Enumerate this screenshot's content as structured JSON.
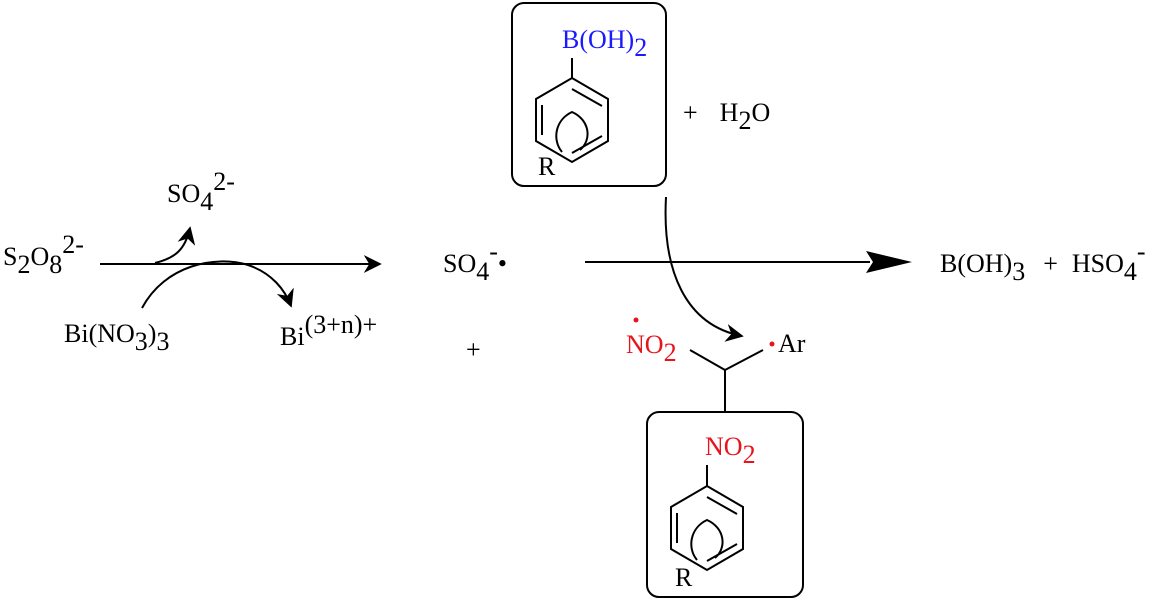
{
  "colors": {
    "text": "#000000",
    "boron_group": "#1a1aff",
    "nitro_group": "#e8141c"
  },
  "reactants": {
    "persulfate": {
      "base": "S",
      "sub1": "2",
      "mid": "O",
      "sub2": "8",
      "sup": "2-"
    },
    "catalyst": {
      "base": "Bi(NO",
      "sub": "3",
      "close": ")",
      "sub2": "3"
    },
    "sulfate_byproduct": {
      "base": "SO",
      "sub": "4",
      "sup": "2-"
    },
    "bismuth_ion": {
      "base": "Bi",
      "sup": "(3+n)+"
    }
  },
  "radical": {
    "base": "SO",
    "sub": "4",
    "sup": "-",
    "dot": "•"
  },
  "plus_below_radical": "+",
  "boronic_acid": {
    "label": "B(OH)",
    "sub": "2",
    "r_group": "R"
  },
  "water": {
    "plus": "+",
    "base": "H",
    "sub": "2",
    "tail": "O"
  },
  "products": {
    "boric_acid": {
      "base": "B(OH)",
      "sub": "3"
    },
    "plus": "+",
    "bisulfate": {
      "base": "HSO",
      "sub": "4",
      "sup": "-"
    }
  },
  "intermediate": {
    "nitro_radical": {
      "base": "NO",
      "sub": "2"
    },
    "aryl_radical": "Ar",
    "ring_nitro": {
      "base": "NO",
      "sub": "2"
    },
    "r_group": "R"
  }
}
